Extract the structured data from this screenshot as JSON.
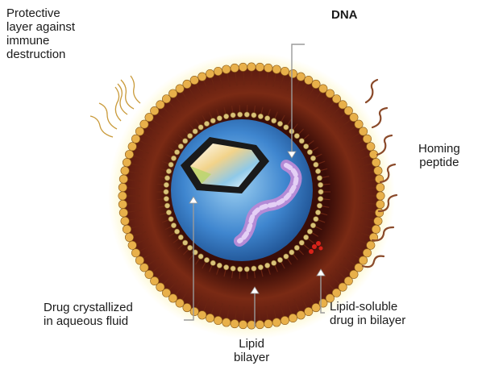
{
  "labels": {
    "protective": "Protective\nlayer against\nimmune\ndestruction",
    "dna": "DNA",
    "homing": "Homing\npeptide",
    "drug_crystal": "Drug crystallized\nin aqueous fluid",
    "lipid_soluble": "Lipid-soluble\ndrug in bilayer",
    "lipid_bilayer": "Lipid\nbilayer"
  },
  "colors": {
    "outer_glow": "#f4e16a",
    "bilayer_dark": "#5a1a10",
    "bilayer_mid": "#8c3a1c",
    "head_gold": "#e8b04a",
    "inner_ring_gold": "#d9c27a",
    "core_blue": "#3f86cf",
    "core_light": "#9fd2f2",
    "dna_purple": "#c9a6e6",
    "crystal_dark": "#1a1a1a",
    "peptide": "#8a4a2a",
    "drug_red": "#d8231a",
    "leader": "#7a7a7a"
  }
}
